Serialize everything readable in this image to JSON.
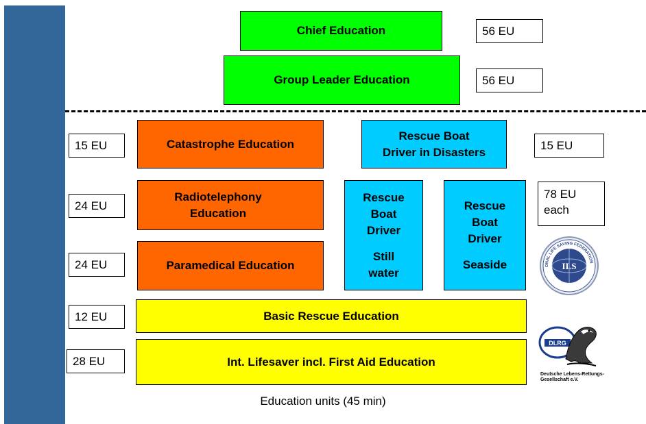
{
  "top": {
    "chief": "Chief Education",
    "chief_eu": "56 EU",
    "group_leader": "Group Leader Education",
    "group_leader_eu": "56 EU"
  },
  "middle": {
    "catastrophe": "Catastrophe Education",
    "catastrophe_eu": "15 EU",
    "disasters_line1": "Rescue Boat",
    "disasters_line2": "Driver in Disasters",
    "disasters_eu": "15 EU",
    "radio_line1": "Radiotelephony",
    "radio_line2": "Education",
    "radio_eu": "24 EU",
    "paramedical": "Paramedical Education",
    "paramedical_eu": "24 EU",
    "still_lines": [
      "Rescue",
      "Boat",
      "Driver",
      "Still",
      "water"
    ],
    "seaside_lines": [
      "Rescue",
      "Boat",
      "Driver",
      "Seaside"
    ],
    "boat_eu_line1": "78 EU",
    "boat_eu_line2": "each"
  },
  "bottom": {
    "basic": "Basic Rescue Education",
    "basic_eu": "12 EU",
    "lifesaver": "Int. Lifesaver incl. First Aid Education",
    "lifesaver_eu": "28 EU"
  },
  "logos": {
    "ils_text": "ILS",
    "ils_ring": "INTERNATIONAL LIFE SAVING FEDERATION OF EUROPE",
    "dlrg_text": "DLRG",
    "dlrg_name_line1": "Deutsche Lebens-Rettungs-",
    "dlrg_name_line2": "Gesellschaft e.V."
  },
  "caption": "Education units (45 min)",
  "colors": {
    "sidebar": "#336699",
    "green": "#00ff00",
    "orange": "#ff6600",
    "cyan": "#00ccff",
    "yellow": "#ffff00"
  }
}
